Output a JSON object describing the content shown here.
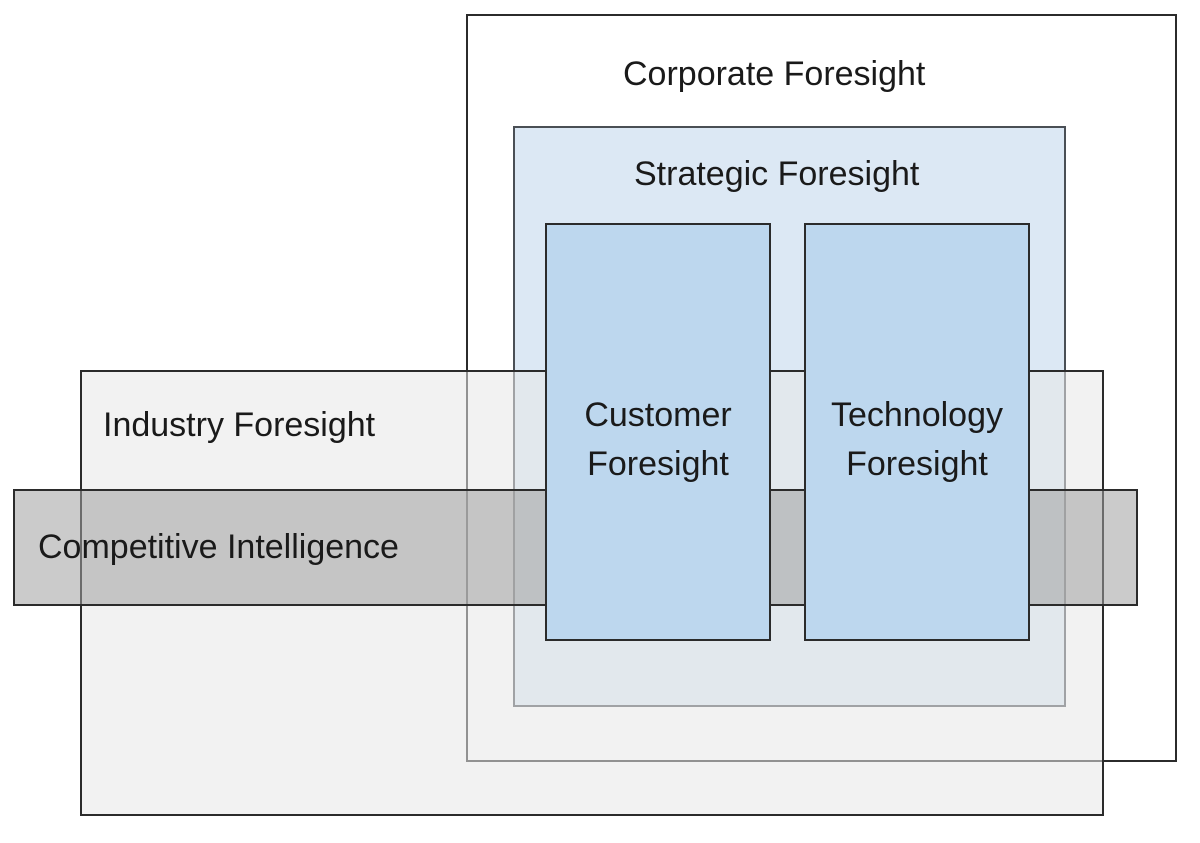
{
  "diagram": {
    "corporate_foresight": "Corporate Foresight",
    "strategic_foresight": "Strategic Foresight",
    "industry_foresight": "Industry Foresight",
    "competitive_intelligence": "Competitive Intelligence",
    "customer_foresight": "Customer\nForesight",
    "technology_foresight": "Technology\nForesight"
  }
}
